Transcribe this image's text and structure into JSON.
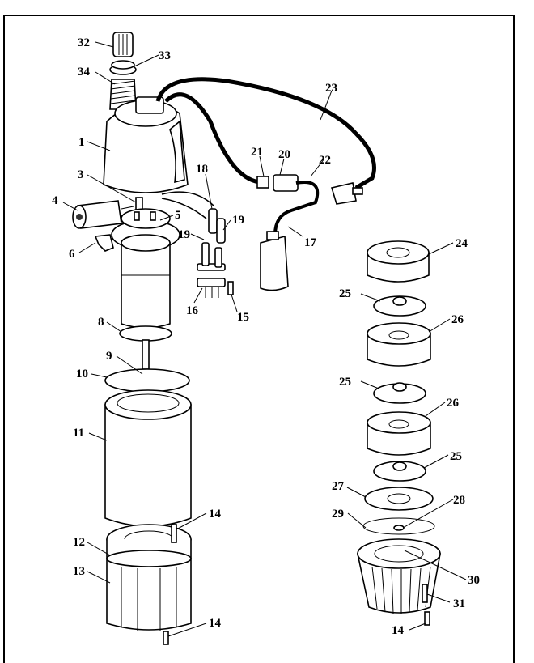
{
  "labels": [
    "1",
    "3",
    "4",
    "5",
    "6",
    "8",
    "9",
    "10",
    "11",
    "12",
    "13",
    "14",
    "15",
    "16",
    "17",
    "18",
    "19",
    "20",
    "21",
    "22",
    "23",
    "24",
    "25",
    "26",
    "27",
    "28",
    "29",
    "30",
    "31",
    "32",
    "33",
    "34"
  ]
}
